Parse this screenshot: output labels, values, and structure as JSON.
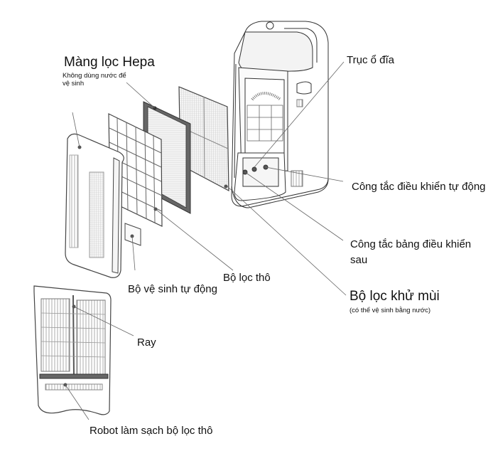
{
  "diagram": {
    "title": "Air purifier exploded view",
    "labels": {
      "hepa_filter": "Màng lọc Hepa",
      "hepa_note": "Không dùng nước để vệ sinh",
      "drive_shaft": "Trục ổ đĩa",
      "auto_control_switch": "Công tắc điều khiển tự động",
      "rear_panel_switch": "Công tắc bảng điều khiển sau",
      "deodorizing_filter": "Bộ lọc khử mùi",
      "deodorizing_note": "(có thể vệ sinh bằng nước)",
      "pre_filter": "Bộ lọc thô",
      "auto_cleaner": "Bộ vệ sinh tự động",
      "rail": "Ray",
      "pre_filter_robot": "Robot làm sạch bộ lọc thô"
    }
  }
}
